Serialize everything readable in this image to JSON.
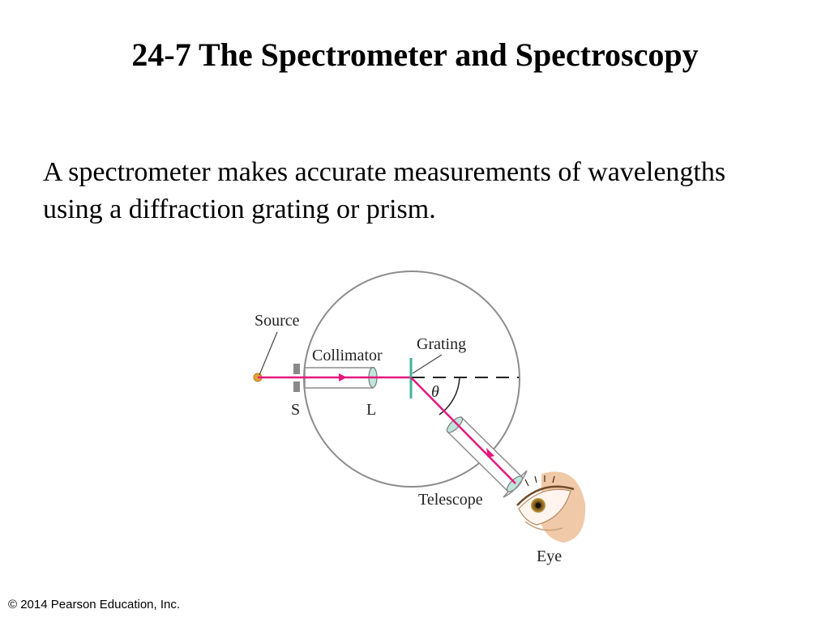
{
  "slide": {
    "title": "24-7 The Spectrometer and Spectroscopy",
    "body": "A spectrometer makes accurate measurements of wavelengths using a diffraction grating or prism.",
    "copyright": "© 2014 Pearson Education, Inc."
  },
  "figure": {
    "labels": {
      "source": "Source",
      "collimator": "Collimator",
      "grating": "Grating",
      "slit": "S",
      "lens": "L",
      "angle": "θ",
      "telescope": "Telescope",
      "eye": "Eye"
    },
    "colors": {
      "ray": "#e6177d",
      "grating": "#3cb39a",
      "lens": "#bfe6dc",
      "circle": "#8c8c8c",
      "source": "#e8a23a"
    }
  }
}
